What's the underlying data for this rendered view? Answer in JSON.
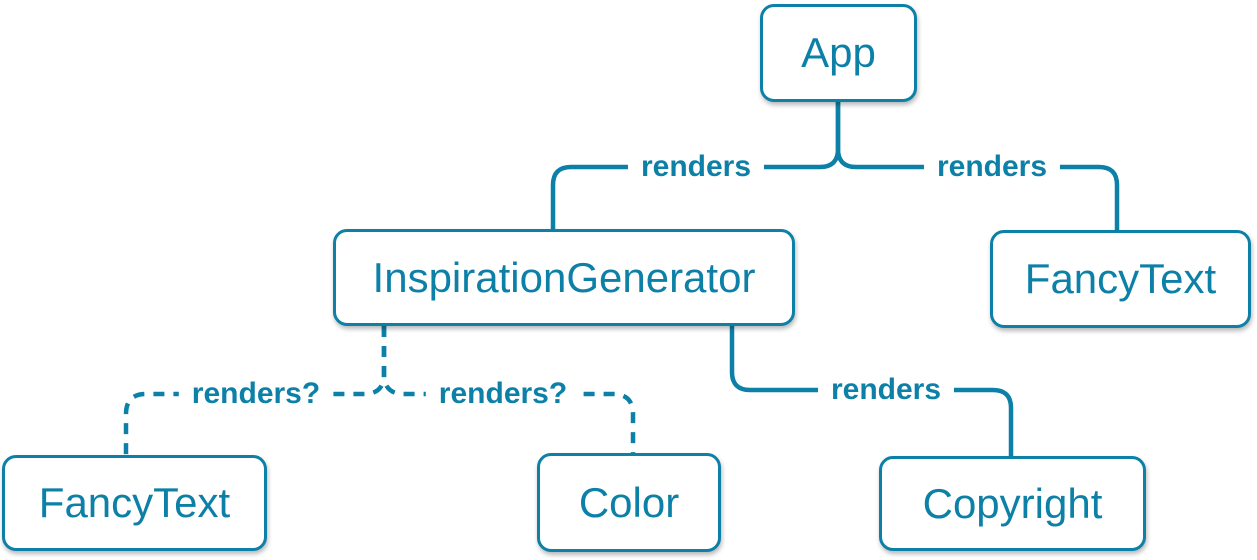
{
  "diagram": {
    "type": "component-render-tree",
    "accent_color": "#0d80a8",
    "node_fill": "#ffffff",
    "nodes": [
      {
        "id": "app",
        "label": "App"
      },
      {
        "id": "inspiration-generator",
        "label": "InspirationGenerator"
      },
      {
        "id": "fancy-text-top",
        "label": "FancyText"
      },
      {
        "id": "fancy-text-bottom",
        "label": "FancyText"
      },
      {
        "id": "color",
        "label": "Color"
      },
      {
        "id": "copyright",
        "label": "Copyright"
      }
    ],
    "edges": [
      {
        "from": "App",
        "to": "InspirationGenerator",
        "label": "renders",
        "style": "solid"
      },
      {
        "from": "App",
        "to": "FancyText",
        "label": "renders",
        "style": "solid"
      },
      {
        "from": "InspirationGenerator",
        "to": "FancyText",
        "label": "renders?",
        "style": "dashed"
      },
      {
        "from": "InspirationGenerator",
        "to": "Color",
        "label": "renders?",
        "style": "dashed"
      },
      {
        "from": "InspirationGenerator",
        "to": "Copyright",
        "label": "renders",
        "style": "solid"
      }
    ]
  }
}
